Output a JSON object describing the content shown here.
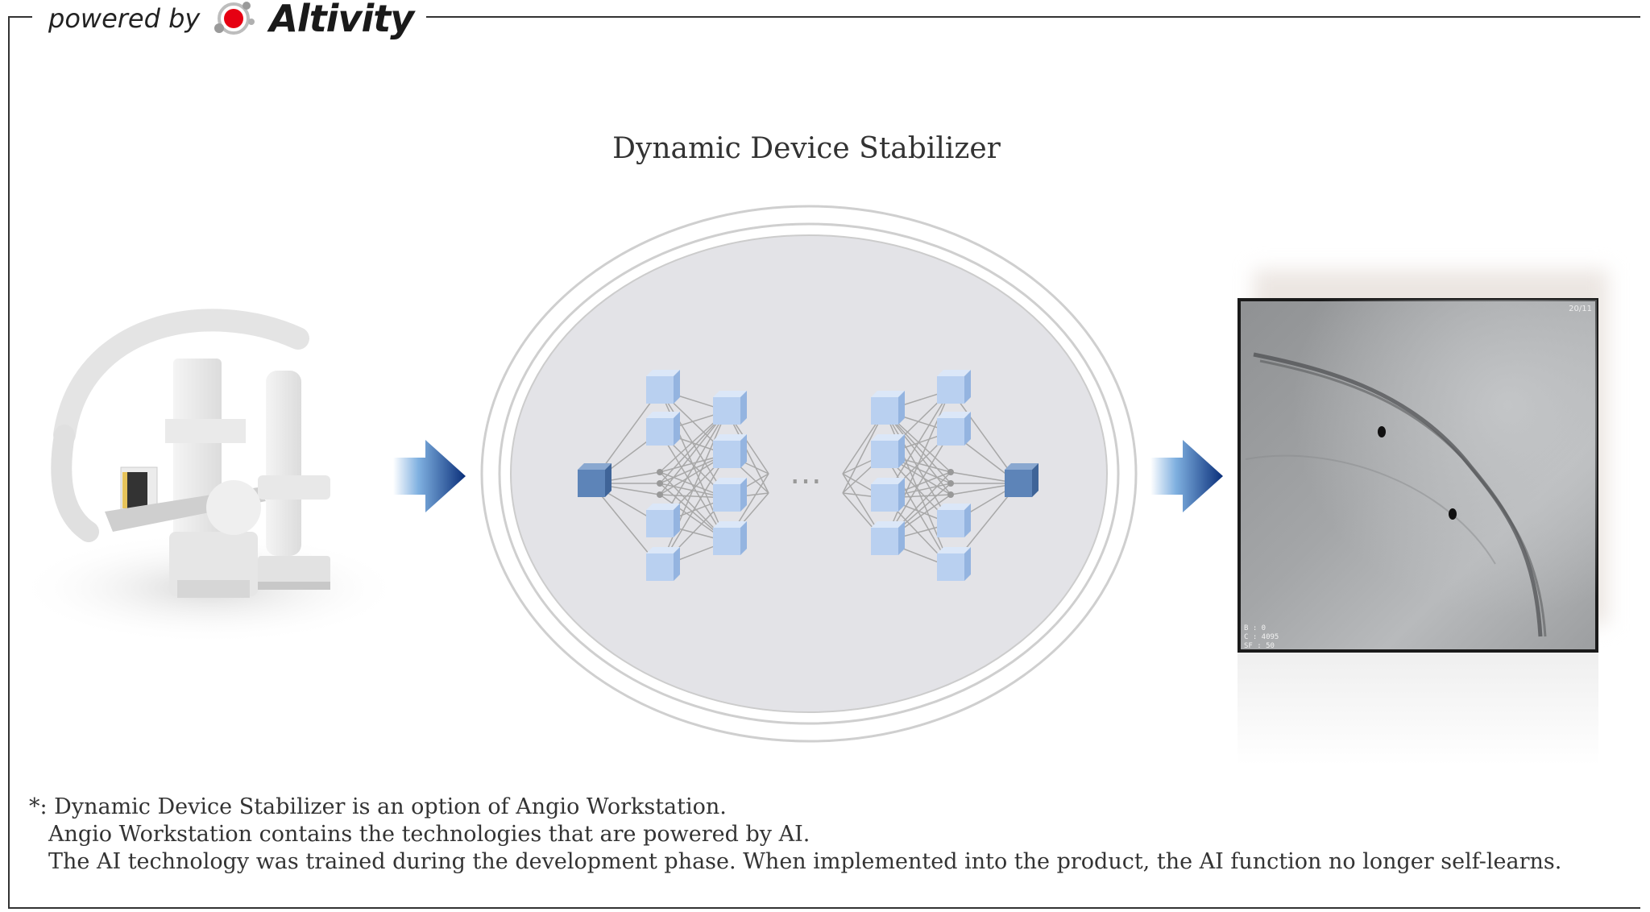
{
  "brand": {
    "powered_label": "powered by",
    "name": "Altivity",
    "logo_color": "#e60012"
  },
  "diagram": {
    "title": "Dynamic Device Stabilizer",
    "ellipsis": "…"
  },
  "xray": {
    "corner_label": "20/11",
    "overlay": [
      "B     :     0",
      "C     : 4095",
      "SF    :    50"
    ]
  },
  "footnote": {
    "line1": "*: Dynamic Device Stabilizer is an option of Angio Workstation.",
    "line2": "Angio Workstation contains the technologies that are powered by AI.",
    "line3": "The AI technology was trained during the development phase. When implemented into the product, the AI function no longer self-learns."
  },
  "colors": {
    "arrow_dark": "#1a3f8c",
    "arrow_light": "#7fb0e0",
    "node_light": "#b9d0f0",
    "node_dark": "#5d84b8",
    "circle_fill": "#e3e3e7"
  }
}
